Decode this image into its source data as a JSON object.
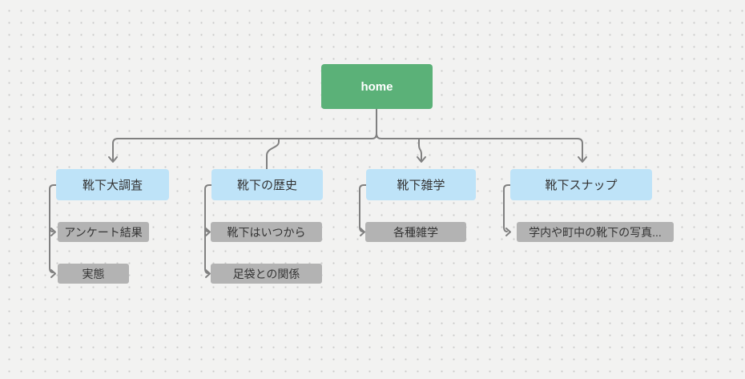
{
  "diagram": {
    "root": {
      "label": "home"
    },
    "branches": [
      {
        "label": "靴下大調査",
        "children": [
          {
            "label": "アンケート結果"
          },
          {
            "label": "実態"
          }
        ]
      },
      {
        "label": "靴下の歴史",
        "children": [
          {
            "label": "靴下はいつから"
          },
          {
            "label": "足袋との関係"
          }
        ]
      },
      {
        "label": "靴下雑学",
        "children": [
          {
            "label": "各種雑学"
          }
        ]
      },
      {
        "label": "靴下スナップ",
        "children": [
          {
            "label": "学内や町中の靴下の写真..."
          }
        ]
      }
    ],
    "colors": {
      "canvas_bg": "#f2f2f1",
      "dot": "#c9c9c9",
      "connector": "#808080",
      "root_bg": "#5bb178",
      "root_text": "#ffffff",
      "branch_bg": "#bee3f8",
      "child_bg": "#b3b3b3",
      "text": "#333333"
    }
  }
}
